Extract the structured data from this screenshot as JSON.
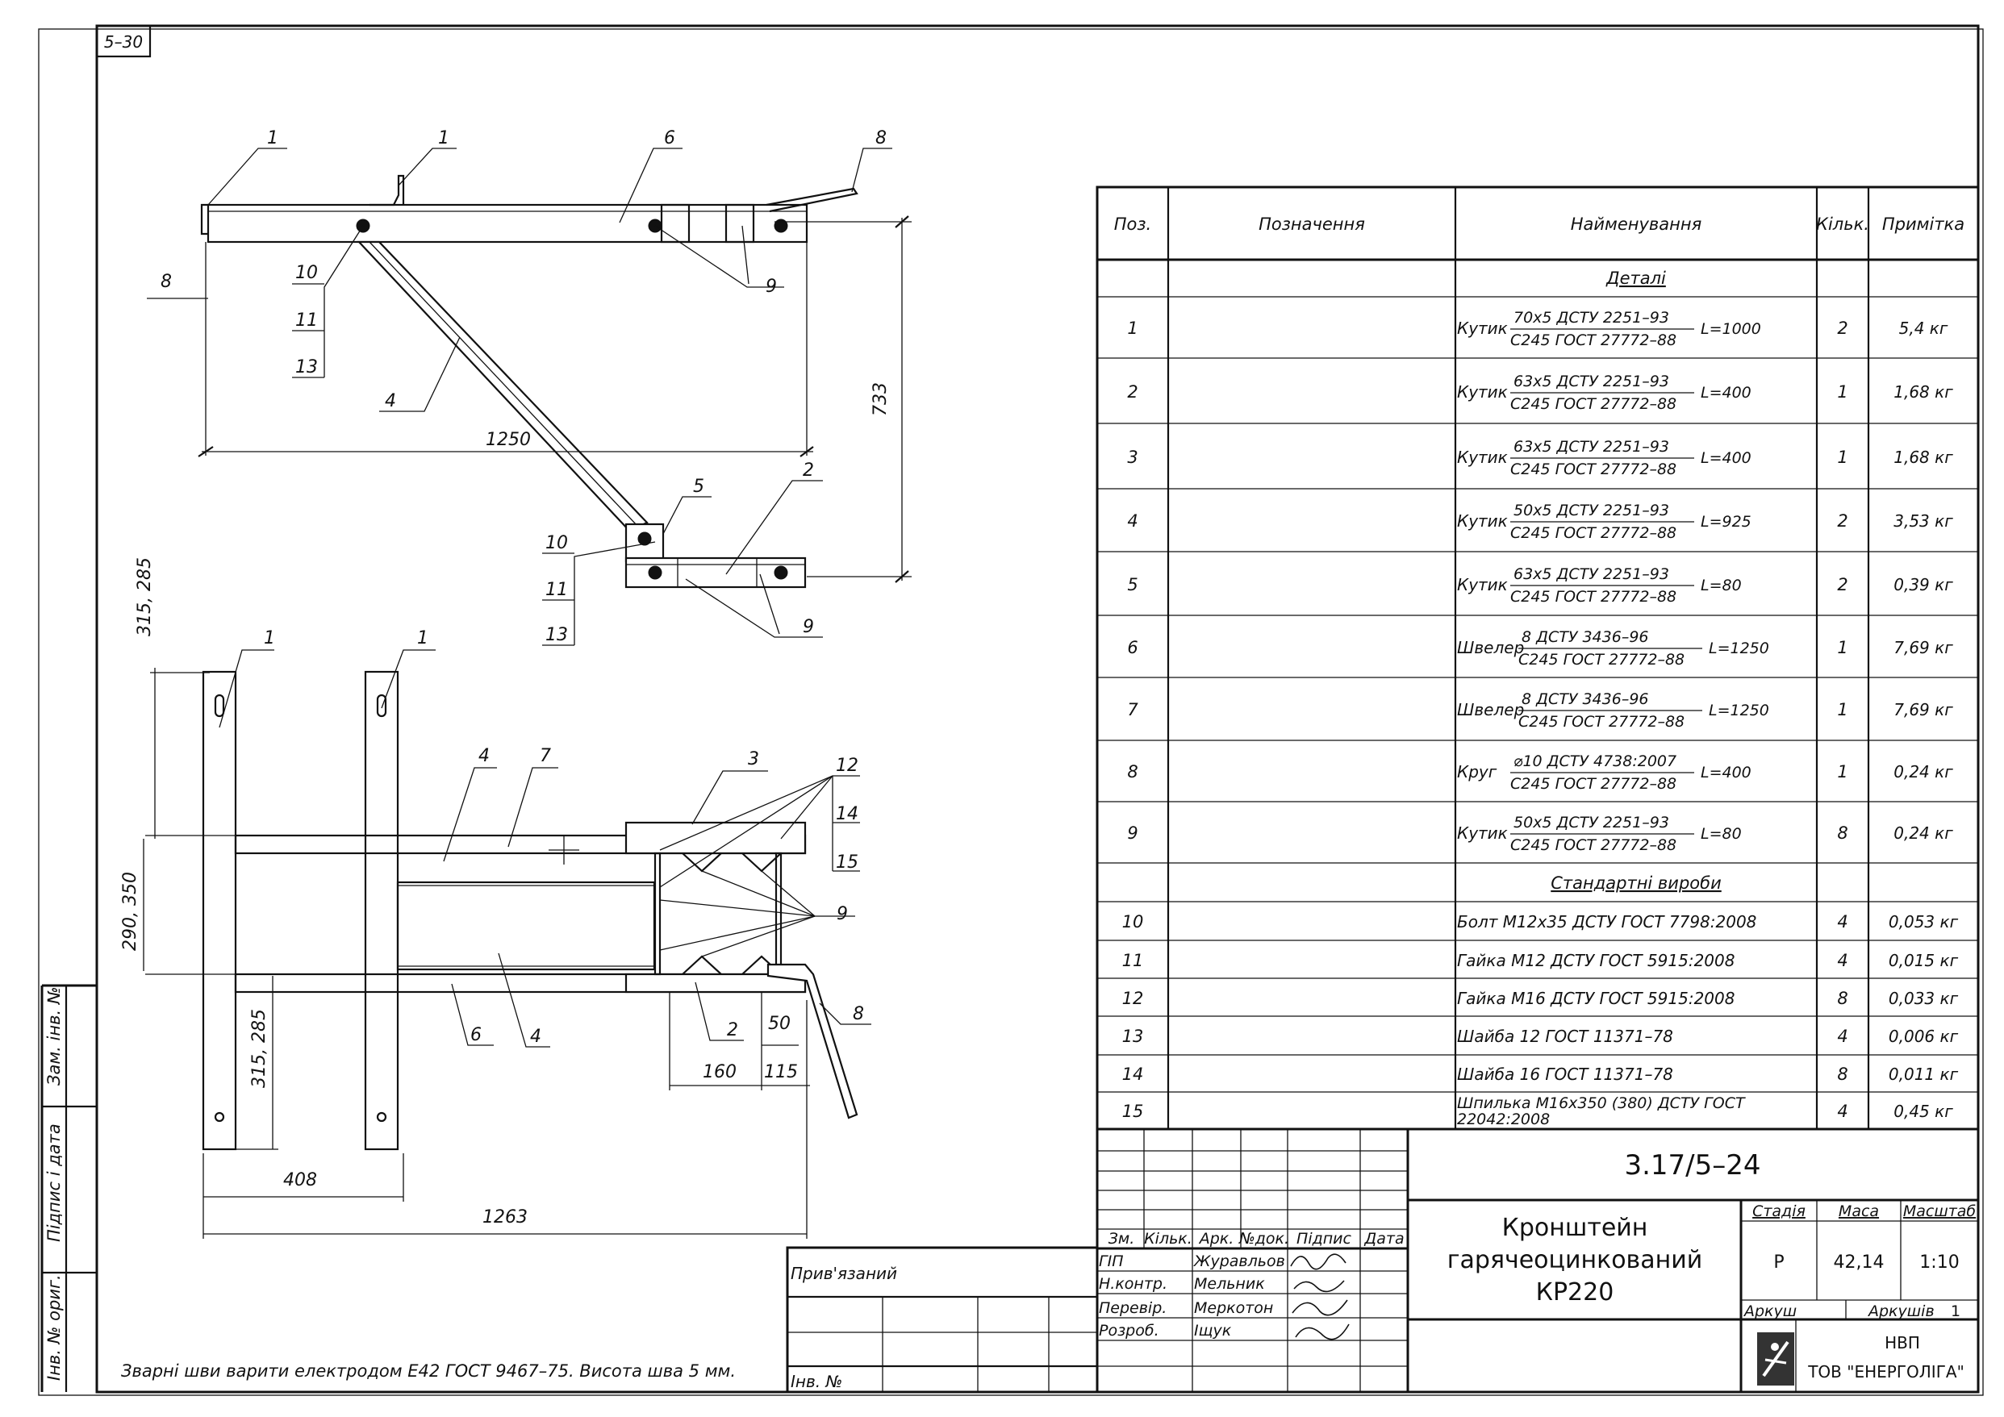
{
  "sheet_code": "5–30",
  "drawing_note": "Зварні шви варити електродом Е42 ГОСТ 9467–75. Висота шва 5 мм.",
  "top_view": {
    "dims": {
      "left_offset": "8",
      "length": "1250",
      "height": "733"
    },
    "labels": [
      "1",
      "1",
      "6",
      "8",
      "9",
      "10",
      "11",
      "13",
      "4",
      "5",
      "2",
      "10",
      "11",
      "13",
      "9"
    ]
  },
  "plan_view": {
    "dims": {
      "upper": "315, 285",
      "mid": "290, 350",
      "lower": "315, 285",
      "w408": "408",
      "w1263": "1263",
      "w160": "160",
      "w115": "115",
      "w50": "50"
    },
    "labels": [
      "1",
      "1",
      "4",
      "7",
      "3",
      "12",
      "14",
      "15",
      "9",
      "6",
      "4",
      "2",
      "8"
    ]
  },
  "left_stamp": {
    "zam": "Зам. інв. №",
    "pidpys": "Підпис і дата",
    "inv": "Інв. № ориг."
  },
  "linked": {
    "label": "Прив'язаний",
    "inv": "Інв. №"
  },
  "spec_table": {
    "headers": [
      "Поз.",
      "Позначення",
      "Найменування",
      "Кільк.",
      "Примітка"
    ],
    "sections": {
      "details": "Деталі",
      "standard": "Стандартні вироби"
    },
    "detail_rows": [
      {
        "pos": "1",
        "name": "Кутик",
        "num": "70х5 ДСТУ 2251–93",
        "den": "С245 ГОСТ 27772–88",
        "len": "L=1000",
        "qty": "2",
        "note": "5,4 кг"
      },
      {
        "pos": "2",
        "name": "Кутик",
        "num": "63х5 ДСТУ 2251–93",
        "den": "С245 ГОСТ 27772–88",
        "len": "L=400",
        "qty": "1",
        "note": "1,68 кг"
      },
      {
        "pos": "3",
        "name": "Кутик",
        "num": "63х5 ДСТУ 2251–93",
        "den": "С245 ГОСТ 27772–88",
        "len": "L=400",
        "qty": "1",
        "note": "1,68 кг"
      },
      {
        "pos": "4",
        "name": "Кутик",
        "num": "50х5 ДСТУ 2251–93",
        "den": "С245 ГОСТ 27772–88",
        "len": "L=925",
        "qty": "2",
        "note": "3,53 кг"
      },
      {
        "pos": "5",
        "name": "Кутик",
        "num": "63х5 ДСТУ 2251–93",
        "den": "С245 ГОСТ 27772–88",
        "len": "L=80",
        "qty": "2",
        "note": "0,39 кг"
      },
      {
        "pos": "6",
        "name": "Швелер",
        "num": "8 ДСТУ 3436–96",
        "den": "С245 ГОСТ 27772–88",
        "len": "L=1250",
        "qty": "1",
        "note": "7,69 кг"
      },
      {
        "pos": "7",
        "name": "Швелер",
        "num": "8 ДСТУ 3436–96",
        "den": "С245 ГОСТ 27772–88",
        "len": "L=1250",
        "qty": "1",
        "note": "7,69 кг"
      },
      {
        "pos": "8",
        "name": "Круг",
        "num": "⌀10 ДСТУ 4738:2007",
        "den": "С245 ГОСТ 27772–88",
        "len": "L=400",
        "qty": "1",
        "note": "0,24 кг"
      },
      {
        "pos": "9",
        "name": "Кутик",
        "num": "50х5 ДСТУ 2251–93",
        "den": "С245 ГОСТ 27772–88",
        "len": "L=80",
        "qty": "8",
        "note": "0,24 кг"
      }
    ],
    "standard_rows": [
      {
        "pos": "10",
        "text": "Болт М12х35 ДСТУ ГОСТ 7798:2008",
        "qty": "4",
        "note": "0,053 кг"
      },
      {
        "pos": "11",
        "text": "Гайка М12 ДСТУ ГОСТ 5915:2008",
        "qty": "4",
        "note": "0,015 кг"
      },
      {
        "pos": "12",
        "text": "Гайка М16 ДСТУ ГОСТ 5915:2008",
        "qty": "8",
        "note": "0,033 кг"
      },
      {
        "pos": "13",
        "text": "Шайба 12 ГОСТ 11371–78",
        "qty": "4",
        "note": "0,006 кг"
      },
      {
        "pos": "14",
        "text": "Шайба 16 ГОСТ 11371–78",
        "qty": "8",
        "note": "0,011 кг"
      },
      {
        "pos": "15",
        "text": "Шпилька М16х350 (380) ДСТУ ГОСТ",
        "text2": "22042:2008",
        "qty": "4",
        "note": "0,45 кг"
      }
    ]
  },
  "title_block": {
    "doc_code": "3.17/5–24",
    "title_lines": [
      "Кронштейн",
      "гарячеоцинкований",
      "КР220"
    ],
    "col_headers": [
      "Зм.",
      "Кільк.",
      "Арк.",
      "№док.",
      "Підпис",
      "Дата"
    ],
    "roles": [
      "ГІП",
      "Н.контр.",
      "Перевір.",
      "Розроб."
    ],
    "names": [
      "Журавльов",
      "Мельник",
      "Меркотон",
      "Іщук"
    ],
    "stage_label": "Стадія",
    "mass_label": "Маса",
    "scale_label": "Масштаб",
    "stage": "Р",
    "mass": "42,14",
    "scale": "1:10",
    "sheet_label": "Аркуш",
    "sheets_label": "Аркушів",
    "sheets": "1",
    "company_line1": "НВП",
    "company_line2": "ТОВ \"ЕНЕРГОЛІГА\"",
    "logo_icon": "energoliga-logo-icon"
  }
}
